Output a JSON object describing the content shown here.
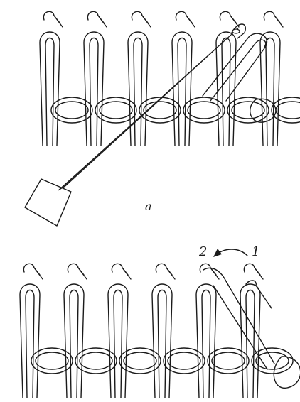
{
  "figure": {
    "panel_a": {
      "caption": "a",
      "needle_count": 6,
      "tool": "latch-tool-icon"
    },
    "panel_b": {
      "needle_count": 6,
      "positions": [
        {
          "label": "2"
        },
        {
          "label": "1"
        }
      ],
      "arrow": "curved-arrow-icon"
    },
    "ink_color": "#1a1a1a",
    "paper_color": "#ffffff"
  }
}
